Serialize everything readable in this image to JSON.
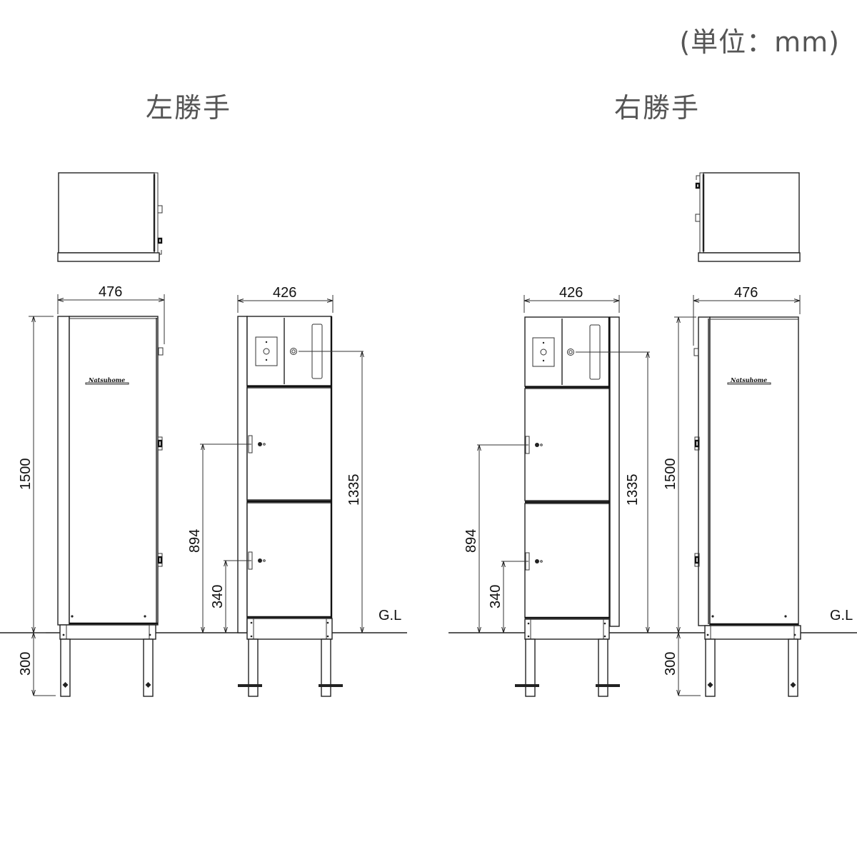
{
  "unit_label": "(単位：mm)",
  "titles": {
    "left": "左勝手",
    "right": "右勝手"
  },
  "ground_label": "G.L",
  "brand_logo": "Natsuhome",
  "left_hand": {
    "side_view": {
      "width_dim": "476",
      "height_dim": "1500",
      "leg_dim": "300"
    },
    "front_view": {
      "width_dim": "426",
      "mailbox_height_dim": "1335",
      "upper_lock_dim": "894",
      "lower_lock_dim": "340"
    }
  },
  "right_hand": {
    "front_view": {
      "width_dim": "426",
      "mailbox_height_dim": "1335",
      "upper_lock_dim": "894",
      "lower_lock_dim": "340"
    },
    "side_view": {
      "width_dim": "476",
      "height_dim": "1500",
      "leg_dim": "300"
    }
  },
  "colors": {
    "line": "#222222",
    "text": "#555555",
    "background": "#ffffff"
  }
}
